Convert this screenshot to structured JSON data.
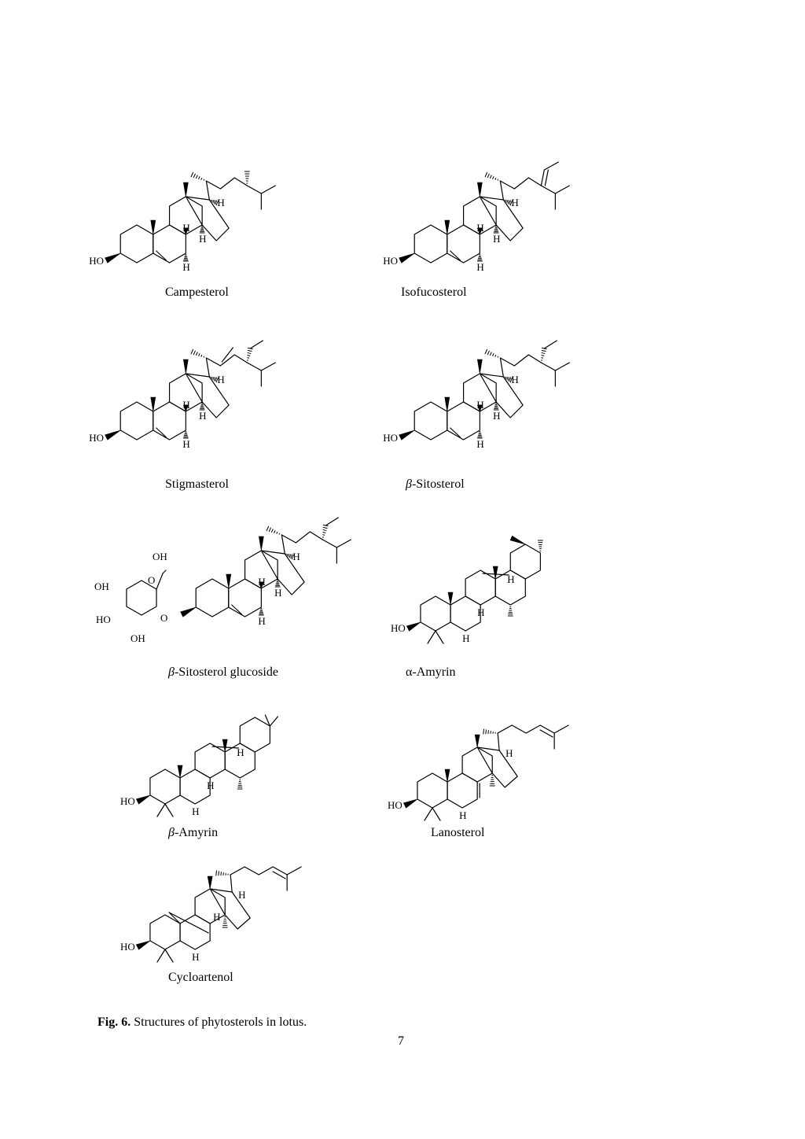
{
  "figure": {
    "compounds": [
      {
        "prefix": "",
        "name": "Campesterol"
      },
      {
        "prefix": "",
        "name": "Isofucosterol"
      },
      {
        "prefix": "",
        "name": "Stigmasterol"
      },
      {
        "prefix": "β",
        "name": "-Sitosterol"
      },
      {
        "prefix": "β",
        "name": "-Sitosterol glucoside"
      },
      {
        "prefix": "",
        "name": "α-Amyrin"
      },
      {
        "prefix": "β",
        "name": "-Amyrin"
      },
      {
        "prefix": "",
        "name": "Lanosterol"
      },
      {
        "prefix": "",
        "name": "Cycloartenol"
      }
    ],
    "atom_labels": {
      "ho": "HO",
      "h": "H",
      "oh": "OH",
      "o": "O"
    }
  },
  "caption": {
    "fig_label": "Fig. 6.",
    "text": " Structures of phytosterols in lotus."
  },
  "page_number": "7"
}
